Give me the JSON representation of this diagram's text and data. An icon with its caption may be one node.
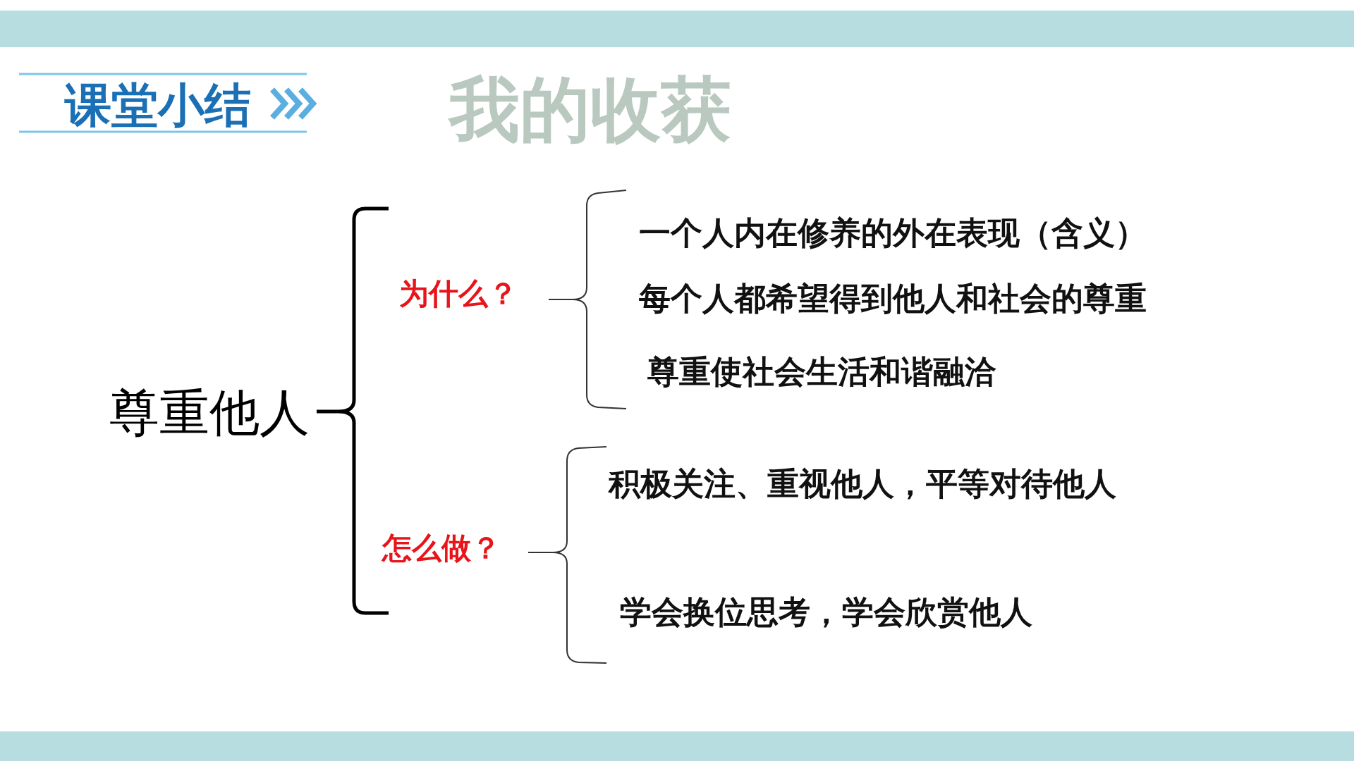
{
  "diagram": {
    "title": "课堂小结",
    "nodes": [
      {
        "text": [
          "尊重他人"
        ]
      },
      {
        "text": [
          "为什么？"
        ]
      },
      {
        "text": [
          "怎么做？"
        ]
      },
      {
        "text": [
          "一个人内在修养的外在表现（含义）"
        ]
      },
      {
        "text": [
          "每个人都希望得到他人和社会的尊重"
        ]
      },
      {
        "text": [
          "尊重使社会生活和谐融洽"
        ]
      },
      {
        "text": [
          "积极关注、重视他人，平等对待他人"
        ]
      },
      {
        "text": [
          "学会换位思考，学会欣赏他人"
        ]
      }
    ],
    "labels": [
      "我的收获"
    ]
  }
}
